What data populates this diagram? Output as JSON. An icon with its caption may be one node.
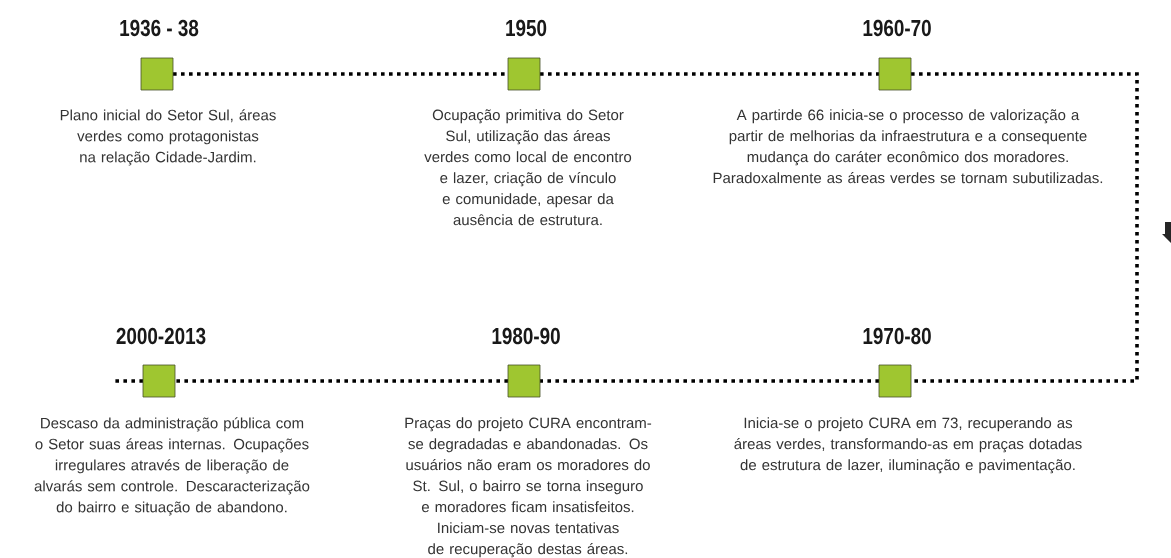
{
  "diagram": {
    "nodes": [
      {
        "text": [
          "1936 - 38",
          "Plano inicial do Setor Sul, áreas verdes como protagonistas na relação Cidade-Jardim."
        ]
      },
      {
        "text": [
          "1950",
          "Ocupação primitiva do Setor Sul, utilização das áreas verdes como local de encontro e lazer, criação de vínculo e comunidade, apesar da ausência de estrutura."
        ]
      },
      {
        "text": [
          "1960-70",
          "A partirde 66 inicia-se o processo de valorização a partir de melhorias da infraestrutura e a consequente mudança do caráter econômico dos moradores. Paradoxalmente as áreas verdes se tornam subutilizadas."
        ]
      },
      {
        "text": [
          "2000-2013",
          "Descaso da administração pública com o Setor suas áreas internas. Ocupações irregulares através de liberação de alvarás sem controle. Descaracterização do bairro e situação de abandono."
        ]
      },
      {
        "text": [
          "1980-90",
          "Praças do projeto CURA encontram-se degradadas e abandonadas. Os usuários não eram os moradores do St. Sul, o bairro se torna inseguro e moradores ficam insatisfeitos. Iniciam-se novas tentativas de recuperação destas áreas."
        ]
      },
      {
        "text": [
          "1970-80",
          "Inicia-se o projeto CURA em 73, recuperando as áreas verdes, transformando-as em praças dotadas de estrutura de lazer, iluminação e pavimentação."
        ]
      }
    ],
    "edges": [
      {
        "from": 0,
        "to": 1,
        "arrow": "none"
      },
      {
        "from": 1,
        "to": 2,
        "arrow": "none"
      },
      {
        "from": 2,
        "to": 5,
        "arrow": "none"
      },
      {
        "from": 5,
        "to": 4,
        "arrow": "none"
      },
      {
        "from": 4,
        "to": 3,
        "arrow": "none"
      },
      {
        "from": 3,
        "to": null,
        "arrow": "none"
      }
    ]
  }
}
